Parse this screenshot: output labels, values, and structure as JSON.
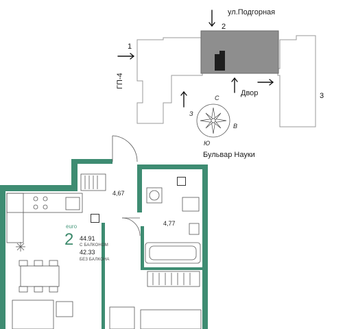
{
  "site_plan": {
    "street_top": "ул.Подгорная",
    "street_bottom": "Бульвар Науки",
    "courtyard": "Двор",
    "building_code": "ГП-4",
    "facade_numbers": [
      "1",
      "2",
      "3"
    ],
    "compass": {
      "north": "С",
      "east": "В",
      "south": "Ю",
      "west": "З"
    },
    "colors": {
      "highlight_section": "#8e8e8e",
      "highlight_apartment": "#1e1e1e",
      "outline": "#9a9a9a"
    }
  },
  "floor_plan": {
    "rooms": [
      {
        "id": "hall",
        "area": "4,67"
      },
      {
        "id": "bathroom",
        "area": "4,77"
      }
    ],
    "apartment": {
      "type": "euro",
      "rooms": "2",
      "area_with_balcony": "44.91",
      "area_with_balcony_caption": "С БАЛКОНОМ",
      "area_without_balcony": "42.33",
      "area_without_balcony_caption": "БЕЗ БАЛКОНА"
    },
    "colors": {
      "wall": "#3e8c72",
      "fixture": "#555555"
    }
  }
}
